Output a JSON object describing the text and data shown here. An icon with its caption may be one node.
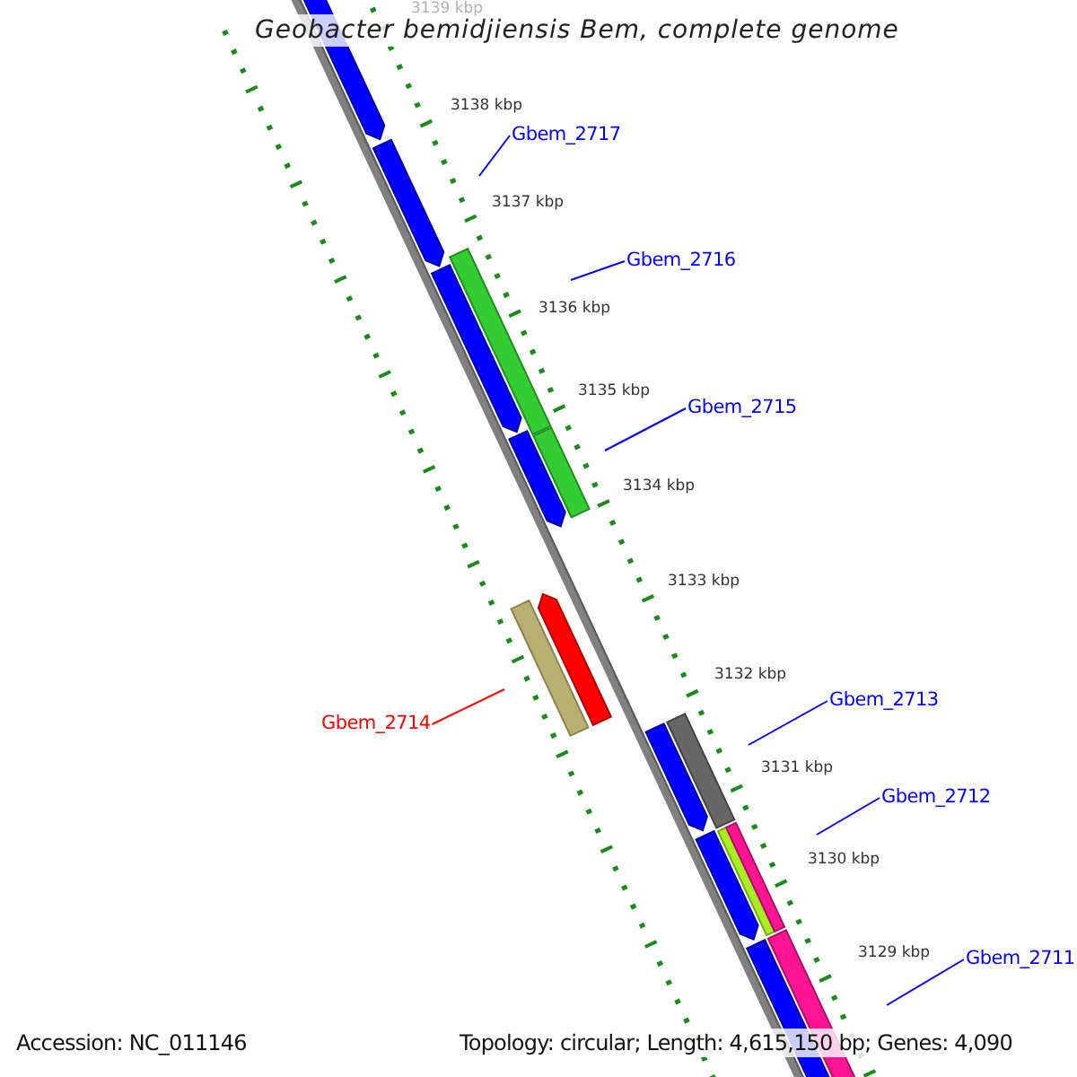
{
  "diagram": {
    "title": "Geobacter bemidjiensis Bem, complete genome",
    "nodes": [
      {
        "text": [
          "Gbem_2717"
        ]
      },
      {
        "text": [
          "Gbem_2716"
        ]
      },
      {
        "text": [
          "Gbem_2715"
        ]
      },
      {
        "text": [
          "Gbem_2714"
        ]
      },
      {
        "text": [
          "Gbem_2713"
        ]
      },
      {
        "text": [
          "Gbem_2712"
        ]
      },
      {
        "text": [
          "Gbem_2711"
        ]
      }
    ],
    "edges": [
      {
        "from": 0,
        "to": null,
        "arrow": "none"
      },
      {
        "from": 1,
        "to": null,
        "arrow": "none"
      },
      {
        "from": 2,
        "to": null,
        "arrow": "none"
      },
      {
        "from": 3,
        "to": null,
        "arrow": "none",
        "color": "#ff0000"
      },
      {
        "from": 4,
        "to": null,
        "arrow": "none"
      },
      {
        "from": 5,
        "to": null,
        "arrow": "none"
      },
      {
        "from": 6,
        "to": null,
        "arrow": "none"
      }
    ],
    "labels": [
      "3139 kbp",
      "3138 kbp",
      "3137 kbp",
      "3136 kbp",
      "3135 kbp",
      "3134 kbp",
      "3133 kbp",
      "3132 kbp",
      "3131 kbp",
      "3130 kbp",
      "3129 kbp",
      "Accession: NC_011146",
      "Topology: circular; Length: 4,615,150 bp; Genes: 4,090"
    ]
  }
}
